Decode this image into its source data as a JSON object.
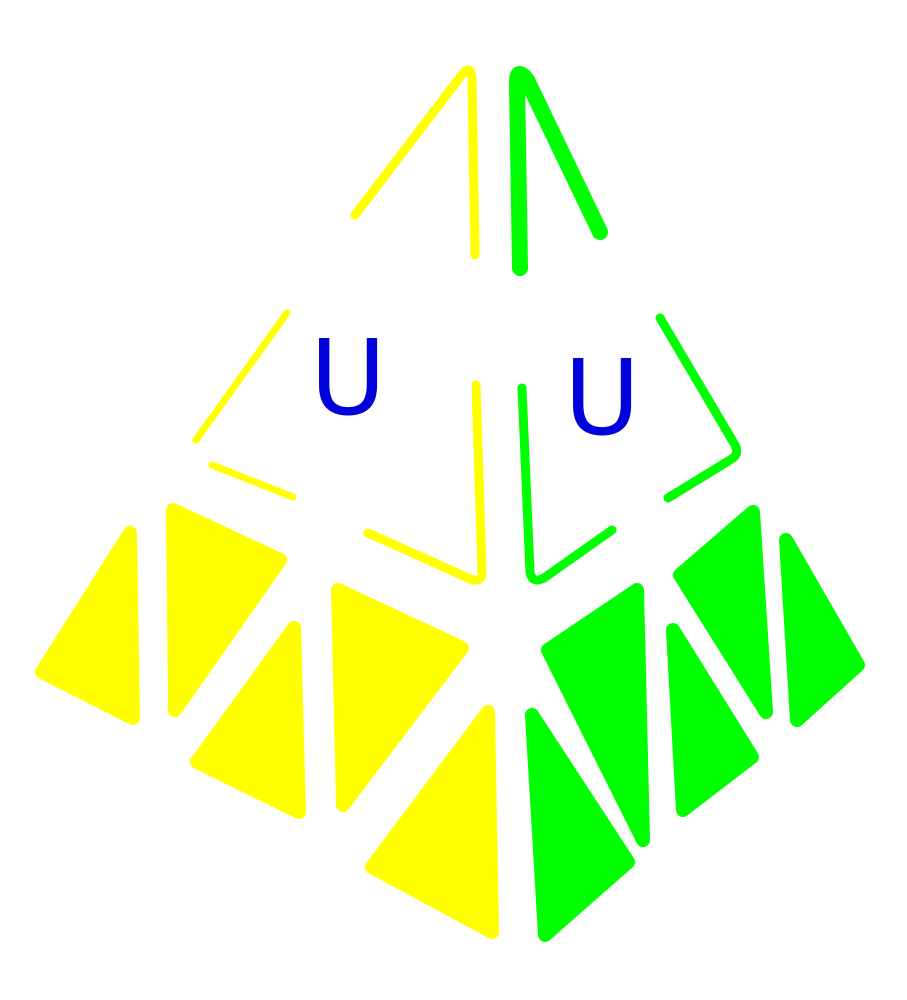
{
  "labels": {
    "left_face": "U",
    "right_face": "U"
  },
  "colors": {
    "background": "#ffffff",
    "left_face": "#ffff00",
    "right_face": "#00ff00",
    "label": "#0000dd"
  },
  "left_face": {
    "color_name": "yellow",
    "sticker_count": 7,
    "outlined_pieces": 2
  },
  "right_face": {
    "color_name": "green",
    "sticker_count": 7,
    "outlined_pieces": 2
  }
}
